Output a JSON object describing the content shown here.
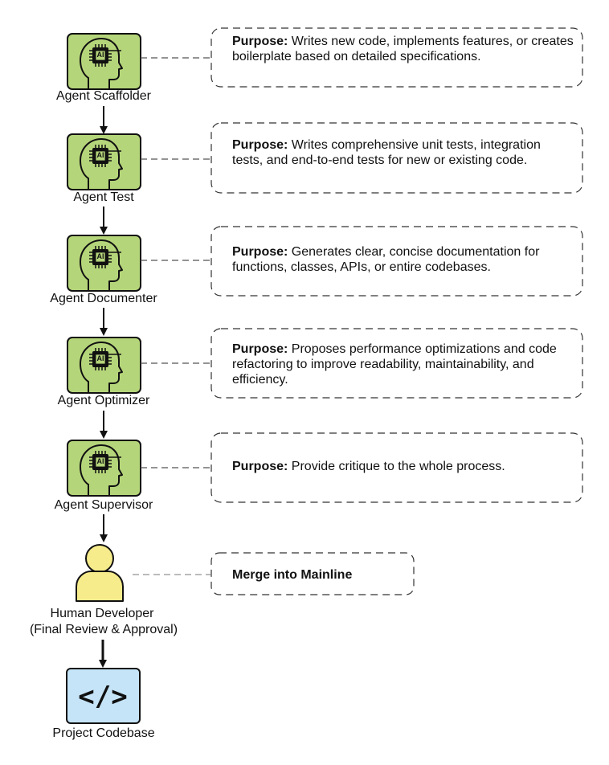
{
  "agents": [
    {
      "name": "Agent Scaffolder",
      "purpose_label": "Purpose:",
      "purpose_text": "Writes new code, implements features, or creates boilerplate based on detailed specifications."
    },
    {
      "name": "Agent Test",
      "purpose_label": "Purpose:",
      "purpose_text": "Writes comprehensive unit tests, integration tests, and end-to-end tests for new or existing code."
    },
    {
      "name": "Agent Documenter",
      "purpose_label": "Purpose:",
      "purpose_text": "Generates clear, concise documentation for functions, classes, APIs, or entire codebases."
    },
    {
      "name": "Agent Optimizer",
      "purpose_label": "Purpose:",
      "purpose_text": "Proposes performance optimizations and code refactoring to improve readability, maintainability, and efficiency."
    },
    {
      "name": "Agent Supervisor",
      "purpose_label": "Purpose:",
      "purpose_text": "Provide critique to the whole process."
    }
  ],
  "chip_label": "AI",
  "human": {
    "line1": "Human Developer",
    "line2": "(Final Review & Approval)",
    "action": "Merge into Mainline"
  },
  "codebase": {
    "symbol": "</>",
    "label": "Project Codebase"
  },
  "colors": {
    "agent_fill": "#b5d57a",
    "human_fill": "#f7ec8c",
    "codebase_fill": "#c5e4f7",
    "outline": "#111111"
  }
}
